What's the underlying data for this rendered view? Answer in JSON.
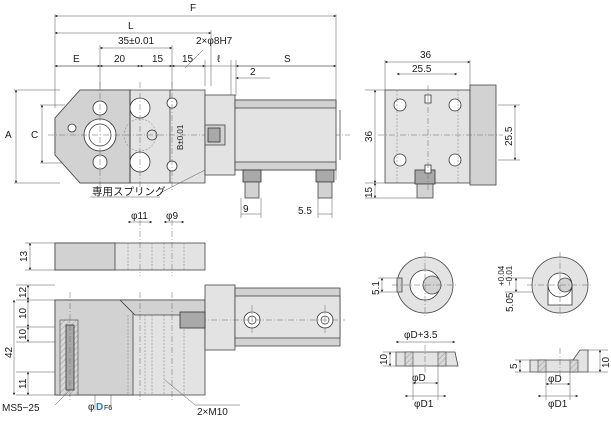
{
  "labels": {
    "F": "F",
    "L": "L",
    "E": "E",
    "A": "A",
    "C": "C",
    "S": "S",
    "ell": "ℓ",
    "tol35": "35±0.01",
    "holes": "2×φ8H7",
    "d20": "20",
    "d15a": "15",
    "d15b": "15",
    "d2": "2",
    "b_tol": "B±0.01",
    "spring": "専用スプリング",
    "d9": "9",
    "d5_5": "5.5",
    "d36": "36",
    "d25_5_top": "25.5",
    "d36_side": "36",
    "d25_5_side": "25.5",
    "d15_side": "15",
    "phi11": "φ11",
    "phi9": "φ9",
    "d13": "13",
    "d12": "12",
    "d10a": "10",
    "d10b": "10",
    "d42": "42",
    "d11": "11",
    "ms": "MS5−25",
    "phiD_prefix": "φ",
    "phiD_main": "D",
    "phiD_sub": "F6",
    "m10": "2×M10",
    "d5_1": "5.1",
    "d5_05": "5.05",
    "tol_plus": "+0.04",
    "tol_minus": "−0.01",
    "phiD35": "φD+3.5",
    "d10c": "10",
    "d5b": "5",
    "d10d": "10",
    "phiD_a": "φD",
    "phiD1_a": "φD1",
    "phiD_b": "φD",
    "phiD1_b": "φD1"
  },
  "colors": {
    "body": "#d2d2d2",
    "body_dark": "#a9a9a9",
    "accent": "#1e7fd0"
  }
}
